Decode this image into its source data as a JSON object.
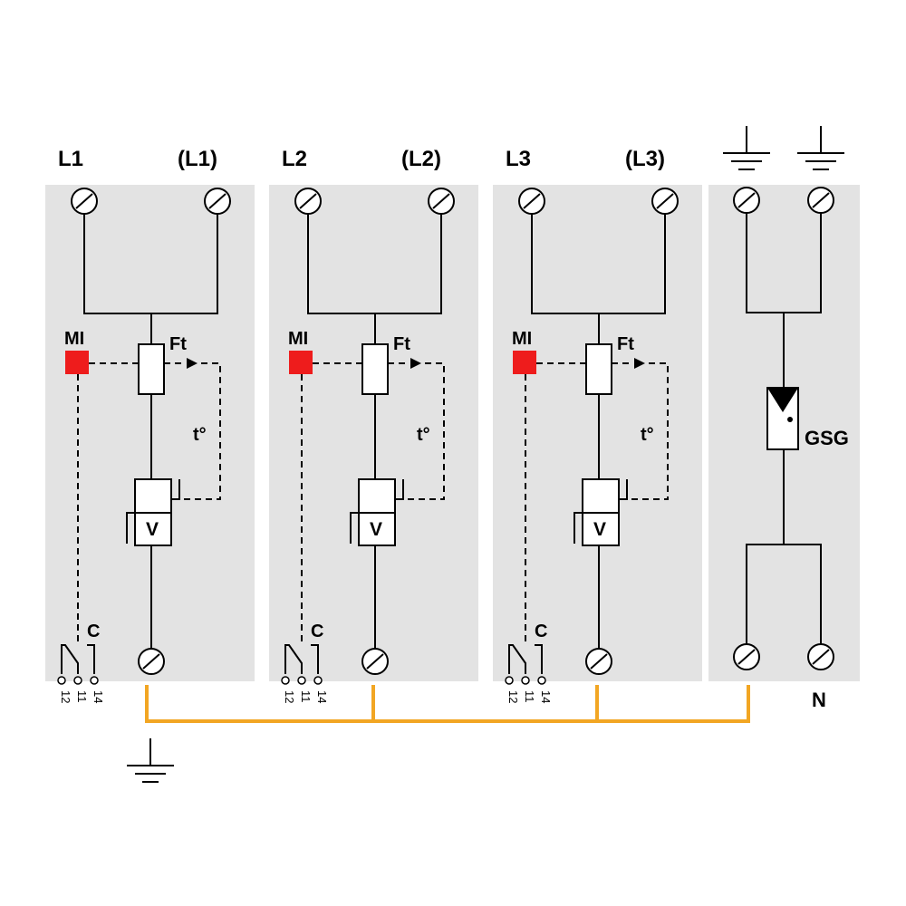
{
  "modules": [
    {
      "line": "L1",
      "line_out": "(L1)",
      "indicator": "MI",
      "fuse": "Ft",
      "temp": "t°",
      "varistor": "V",
      "contact": "C",
      "pins": [
        "12",
        "11",
        "14"
      ]
    },
    {
      "line": "L2",
      "line_out": "(L2)",
      "indicator": "MI",
      "fuse": "Ft",
      "temp": "t°",
      "varistor": "V",
      "contact": "C",
      "pins": [
        "12",
        "11",
        "14"
      ]
    },
    {
      "line": "L3",
      "line_out": "(L3)",
      "indicator": "MI",
      "fuse": "Ft",
      "temp": "t°",
      "varistor": "V",
      "contact": "C",
      "pins": [
        "12",
        "11",
        "14"
      ]
    }
  ],
  "gsg_module": {
    "label": "GSG",
    "neutral": "N"
  },
  "colors": {
    "panel": "#e3e3e3",
    "indicator": "#ee1c1c",
    "bus": "#f2a623",
    "line": "#000000"
  },
  "icons": [
    "screw-terminal-icon",
    "ground-symbol-icon",
    "varistor-icon",
    "gas-discharge-tube-icon",
    "thermal-fuse-icon",
    "relay-contact-icon"
  ]
}
